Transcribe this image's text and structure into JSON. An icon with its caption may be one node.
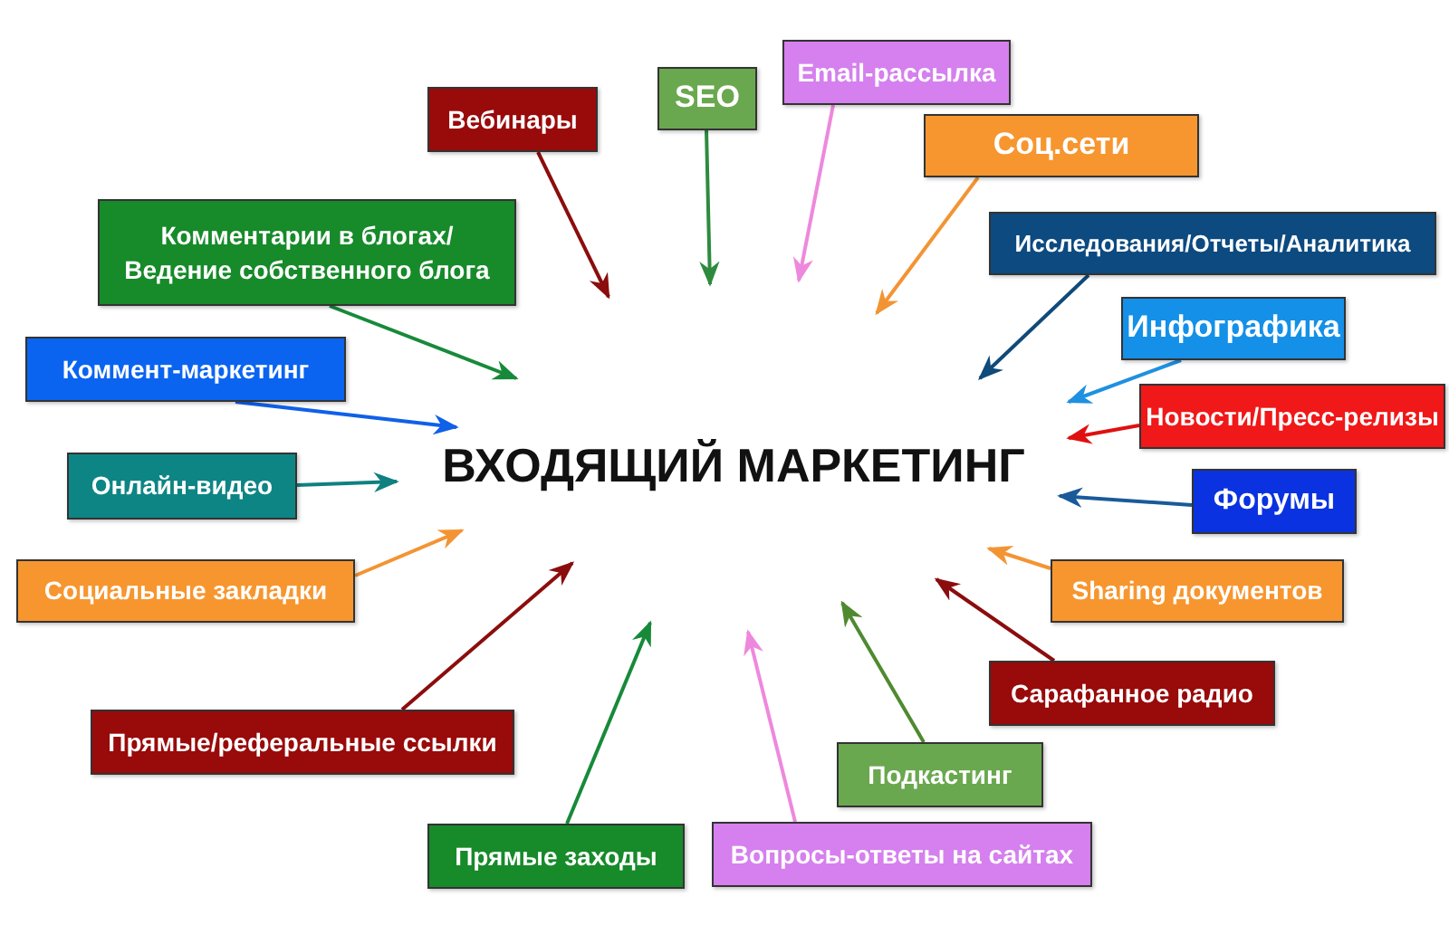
{
  "diagram": {
    "title": "ВХОДЯЩИЙ МАРКЕТИНГ",
    "nodes": [
      {
        "text": [
          "Email-рассылка"
        ]
      },
      {
        "text": [
          "SEO"
        ]
      },
      {
        "text": [
          "Вебинары"
        ]
      },
      {
        "text": [
          "Соц.сети"
        ]
      },
      {
        "text": [
          "Комментарии в блогах/ Ведение собственного блога"
        ]
      },
      {
        "text": [
          "Исследования/Отчеты/Аналитика"
        ]
      },
      {
        "text": [
          "Инфографика"
        ]
      },
      {
        "text": [
          "Коммент-маркетинг"
        ]
      },
      {
        "text": [
          "Новости/Пресс-релизы"
        ]
      },
      {
        "text": [
          "Онлайн-видео"
        ]
      },
      {
        "text": [
          "Форумы"
        ]
      },
      {
        "text": [
          "Социальные закладки"
        ]
      },
      {
        "text": [
          "Sharing документов"
        ]
      },
      {
        "text": [
          "Сарафанное радио"
        ]
      },
      {
        "text": [
          "Прямые/реферальные ссылки"
        ]
      },
      {
        "text": [
          "Подкастинг"
        ]
      },
      {
        "text": [
          "Прямые заходы"
        ]
      },
      {
        "text": [
          "Вопросы-ответы на сайтах"
        ]
      }
    ],
    "edges": [
      {
        "from": 0,
        "to": null,
        "arrow": "to",
        "color": "#ee88dd"
      },
      {
        "from": 1,
        "to": null,
        "arrow": "to",
        "color": "#2e8b3e"
      },
      {
        "from": 2,
        "to": null,
        "arrow": "to",
        "color": "#8b0d0d"
      },
      {
        "from": 3,
        "to": null,
        "arrow": "to",
        "color": "#f39434"
      },
      {
        "from": 4,
        "to": null,
        "arrow": "to",
        "color": "#178a3a"
      },
      {
        "from": 5,
        "to": null,
        "arrow": "to",
        "color": "#0f4a7a"
      },
      {
        "from": 6,
        "to": null,
        "arrow": "to",
        "color": "#2090e0"
      },
      {
        "from": 7,
        "to": null,
        "arrow": "to",
        "color": "#1060e8"
      },
      {
        "from": 8,
        "to": null,
        "arrow": "to",
        "color": "#e01010"
      },
      {
        "from": 9,
        "to": null,
        "arrow": "to",
        "color": "#108080"
      },
      {
        "from": 10,
        "to": null,
        "arrow": "to",
        "color": "#1a5a9a"
      },
      {
        "from": 11,
        "to": null,
        "arrow": "to",
        "color": "#f39434"
      },
      {
        "from": 12,
        "to": null,
        "arrow": "to",
        "color": "#f39434"
      },
      {
        "from": 13,
        "to": null,
        "arrow": "to",
        "color": "#8b0d0d"
      },
      {
        "from": 14,
        "to": null,
        "arrow": "to",
        "color": "#8b0d0d"
      },
      {
        "from": 15,
        "to": null,
        "arrow": "to",
        "color": "#4f8a30"
      },
      {
        "from": 16,
        "to": null,
        "arrow": "to",
        "color": "#178a3a"
      },
      {
        "from": 17,
        "to": null,
        "arrow": "to",
        "color": "#ee88dd"
      }
    ]
  }
}
